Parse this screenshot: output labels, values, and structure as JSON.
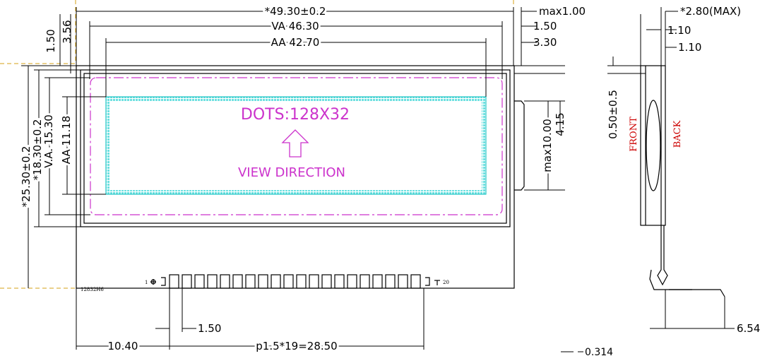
{
  "front_view": {
    "width_total": "*49.30±0.2",
    "width_va": "VA 46.30",
    "width_aa": "AA 42.70",
    "right_max": "max1.00",
    "right_va": "1.50",
    "right_aa": "3.30",
    "top_a": "1.50",
    "top_b": "3.56",
    "height_total": "*25.30±0.2",
    "height_bezel": "*18.30±0.2",
    "height_va": "V.A. 15.30",
    "height_aa": "AA 11.18",
    "backlight_max": "max10.00",
    "backlight_offset": "4.15",
    "dots_label": "DOTS:128X32",
    "view_label": "VIEW DIRECTION",
    "part_number": "12832H6",
    "pin_first": "1",
    "pin_last": "20",
    "pin_width": "1.50",
    "pin_offset": "10.40",
    "pitch": "p1.5*19=28.50",
    "bottom_dim": "0.314"
  },
  "side_view": {
    "thickness": "*2.80(MAX)",
    "t1": "1.10",
    "t2": "1.10",
    "offset": "0.50±0.5",
    "front_label": "FRONT",
    "back_label": "BACK",
    "lead": "6.54"
  },
  "colors": {
    "outline": "#000000",
    "va_frame": "#cc33cc",
    "active_area": "#00cccc",
    "side_label": "#cc0000",
    "ref_line": "#d4a017"
  }
}
